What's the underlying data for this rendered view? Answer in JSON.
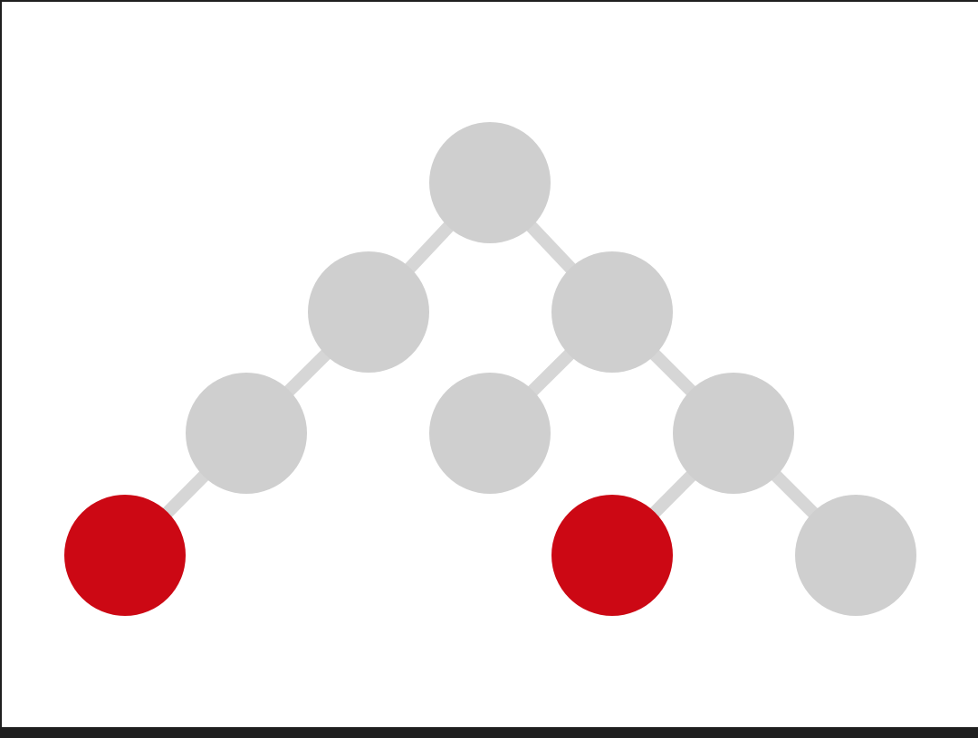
{
  "diagram": {
    "type": "binary-tree",
    "colors": {
      "background": "#ffffff",
      "frame": "#1f1f1f",
      "node_default": "#cfcfcf",
      "node_highlight": "#cc0814",
      "edge": "#d6d6d6"
    },
    "nodes": [
      {
        "id": "root",
        "highlighted": false
      },
      {
        "id": "l",
        "highlighted": false
      },
      {
        "id": "r",
        "highlighted": false
      },
      {
        "id": "ll",
        "highlighted": false
      },
      {
        "id": "rl",
        "highlighted": false
      },
      {
        "id": "rr",
        "highlighted": false
      },
      {
        "id": "lll",
        "highlighted": true
      },
      {
        "id": "rrl",
        "highlighted": true
      },
      {
        "id": "rrr",
        "highlighted": false
      }
    ],
    "edges": [
      [
        "root",
        "l"
      ],
      [
        "root",
        "r"
      ],
      [
        "l",
        "ll"
      ],
      [
        "ll",
        "lll"
      ],
      [
        "r",
        "rl"
      ],
      [
        "r",
        "rr"
      ],
      [
        "rr",
        "rrl"
      ],
      [
        "rr",
        "rrr"
      ]
    ]
  }
}
